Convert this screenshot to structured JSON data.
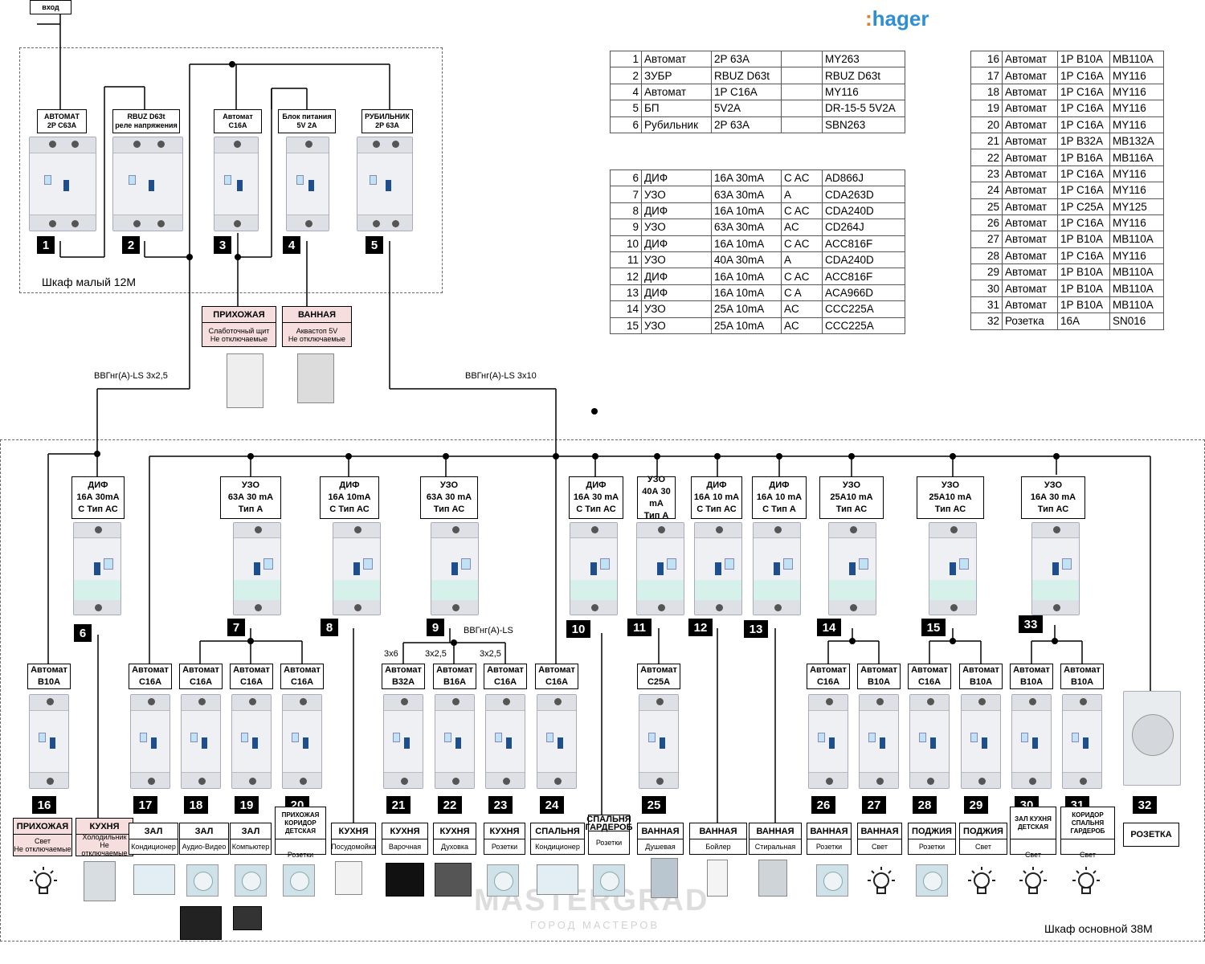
{
  "input_label": "вход",
  "brand": {
    "prefix": ":",
    "name": "hager"
  },
  "cabinets": {
    "small": "Шкаф малый 12М",
    "main": "Шкаф основной 38М"
  },
  "cables": {
    "left": "ВВГнг(А)-LS 3х2,5",
    "right": "ВВГнг(А)-LS 3х10",
    "group9": "ВВГнг(А)-LS",
    "g9_a": "3х6",
    "g9_b": "3х2,5",
    "g9_c": "3х2,5"
  },
  "small_cabinet": [
    {
      "num": "1",
      "label": [
        "АВТОМАТ",
        "2P C63A"
      ]
    },
    {
      "num": "2",
      "label": [
        "RBUZ D63t",
        "реле напряжения"
      ]
    },
    {
      "num": "3",
      "label": [
        "Автомат",
        "C16A"
      ]
    },
    {
      "num": "4",
      "label": [
        "Блок питания",
        "5V 2A"
      ]
    },
    {
      "num": "5",
      "label": [
        "РУБИЛЬНИК",
        "2P 63A"
      ]
    }
  ],
  "small_rooms": [
    {
      "title": "ПРИХОЖАЯ",
      "sub": [
        "Слаботочный щит",
        "Не отключаемые"
      ]
    },
    {
      "title": "ВАННАЯ",
      "sub": [
        "Аквастоп 5V",
        "Не отключаемые"
      ]
    }
  ],
  "rcds": [
    {
      "num": "6",
      "label": [
        "ДИФ",
        "16А 30mA",
        "С Тип АС"
      ]
    },
    {
      "num": "7",
      "label": [
        "УЗО",
        "63А 30 mA",
        "Тип А"
      ]
    },
    {
      "num": "8",
      "label": [
        "ДИФ",
        "16А 10mA",
        "С Тип АС"
      ]
    },
    {
      "num": "9",
      "label": [
        "УЗО",
        "63А 30 mA",
        "Тип АС"
      ]
    },
    {
      "num": "10",
      "label": [
        "ДИФ",
        "16А 30 mA",
        "С Тип АС"
      ]
    },
    {
      "num": "11",
      "label": [
        "УЗО",
        "40А 30 mA",
        "Тип А"
      ]
    },
    {
      "num": "12",
      "label": [
        "ДИФ",
        "16А 10 mA",
        "С Тип АС"
      ]
    },
    {
      "num": "13",
      "label": [
        "ДИФ",
        "16А 10 mA",
        "С Тип А"
      ]
    },
    {
      "num": "14",
      "label": [
        "УЗО",
        "25А10 mA",
        "Тип АС"
      ]
    },
    {
      "num": "15",
      "label": [
        "УЗО",
        "25А10 mA",
        "Тип АС"
      ]
    },
    {
      "num": "33",
      "label": [
        "УЗО",
        "16А 30 mA",
        "Тип АС"
      ]
    }
  ],
  "breakers": [
    {
      "num": "16",
      "label": [
        "Автомат",
        "B10A"
      ]
    },
    {
      "num": "17",
      "label": [
        "Автомат",
        "C16A"
      ]
    },
    {
      "num": "18",
      "label": [
        "Автомат",
        "C16A"
      ]
    },
    {
      "num": "19",
      "label": [
        "Автомат",
        "C16A"
      ]
    },
    {
      "num": "20",
      "label": [
        "Автомат",
        "C16A"
      ]
    },
    {
      "num": "21",
      "label": [
        "Автомат",
        "B32A"
      ]
    },
    {
      "num": "22",
      "label": [
        "Автомат",
        "B16A"
      ]
    },
    {
      "num": "23",
      "label": [
        "Автомат",
        "C16A"
      ]
    },
    {
      "num": "24",
      "label": [
        "Автомат",
        "C16A"
      ]
    },
    {
      "num": "25",
      "label": [
        "Автомат",
        "C25A"
      ]
    },
    {
      "num": "26",
      "label": [
        "Автомат",
        "C16A"
      ]
    },
    {
      "num": "27",
      "label": [
        "Автомат",
        "B10A"
      ]
    },
    {
      "num": "28",
      "label": [
        "Автомат",
        "C16A"
      ]
    },
    {
      "num": "29",
      "label": [
        "Автомат",
        "B10A"
      ]
    },
    {
      "num": "30",
      "label": [
        "Автомат",
        "B10A"
      ]
    },
    {
      "num": "31",
      "label": [
        "Автомат",
        "B10A"
      ]
    },
    {
      "num": "32",
      "label": []
    }
  ],
  "rooms": [
    {
      "title": "ПРИХОЖАЯ",
      "sub": [
        "Свет",
        "Не отключаемые"
      ]
    },
    {
      "title": "КУХНЯ",
      "sub": [
        "Холодильник",
        "Не отключаемые"
      ]
    },
    {
      "title": "ЗАЛ",
      "sub": [
        "Кондиционер"
      ]
    },
    {
      "title": "ЗАЛ",
      "sub": [
        "Аудио-Видео"
      ]
    },
    {
      "title": "ЗАЛ",
      "sub": [
        "Компьютер"
      ]
    },
    {
      "title": "ПРИХОЖАЯ КОРИДОР ДЕТСКАЯ",
      "sub": [
        "Розетки"
      ]
    },
    {
      "title": "КУХНЯ",
      "sub": [
        "Посудомойка"
      ]
    },
    {
      "title": "КУХНЯ",
      "sub": [
        "Варочная"
      ]
    },
    {
      "title": "КУХНЯ",
      "sub": [
        "Духовка"
      ]
    },
    {
      "title": "КУХНЯ",
      "sub": [
        "Розетки"
      ]
    },
    {
      "title": "СПАЛЬНЯ",
      "sub": [
        "Кондиционер"
      ]
    },
    {
      "title": "СПАЛЬНЯ ГАРДЕРОБ",
      "sub": [
        "Розетки"
      ]
    },
    {
      "title": "ВАННАЯ",
      "sub": [
        "Душевая"
      ]
    },
    {
      "title": "ВАННАЯ",
      "sub": [
        "Бойлер"
      ]
    },
    {
      "title": "ВАННАЯ",
      "sub": [
        "Стиральная"
      ]
    },
    {
      "title": "ВАННАЯ",
      "sub": [
        "Розетки"
      ]
    },
    {
      "title": "ВАННАЯ",
      "sub": [
        "Свет"
      ]
    },
    {
      "title": "ПОДЖИЯ",
      "sub": [
        "Розетки"
      ]
    },
    {
      "title": "ПОДЖИЯ",
      "sub": [
        "Свет"
      ]
    },
    {
      "title": "ЗАЛ КУХНЯ ДЕТСКАЯ",
      "sub": [
        "Свет"
      ]
    },
    {
      "title": "КОРИДОР СПАЛЬНЯ ГАРДЕРОБ",
      "sub": [
        "Свет"
      ]
    },
    {
      "title": "РОЗЕТКА",
      "sub": []
    }
  ],
  "table1": [
    [
      "1",
      "Автомат",
      "2P 63A",
      "",
      "MY263"
    ],
    [
      "2",
      "ЗУБР",
      "RBUZ D63t",
      "",
      "RBUZ D63t"
    ],
    [
      "4",
      "Автомат",
      "1P C16A",
      "",
      "MY116"
    ],
    [
      "5",
      "БП",
      "5V2A",
      "",
      "DR-15-5 5V2A"
    ],
    [
      "6",
      "Рубильник",
      "2P 63A",
      "",
      "SBN263"
    ]
  ],
  "table2": [
    [
      "6",
      "ДИФ",
      "16A 30mA",
      "C AC",
      "AD866J"
    ],
    [
      "7",
      "УЗО",
      "63A 30mA",
      "A",
      "CDA263D"
    ],
    [
      "8",
      "ДИФ",
      "16A 10mA",
      "C AC",
      "CDA240D"
    ],
    [
      "9",
      "УЗО",
      "63A 30mA",
      "AC",
      "CD264J"
    ],
    [
      "10",
      "ДИФ",
      "16A 10mA",
      "C AC",
      "ACC816F"
    ],
    [
      "11",
      "УЗО",
      "40A 30mA",
      "A",
      "CDA240D"
    ],
    [
      "12",
      "ДИФ",
      "16A 10mA",
      "C AC",
      "ACC816F"
    ],
    [
      "13",
      "ДИФ",
      "16A 10mA",
      "C A",
      "ACA966D"
    ],
    [
      "14",
      "УЗО",
      "25A 10mA",
      "AC",
      "CCC225A"
    ],
    [
      "15",
      "УЗО",
      "25A 10mA",
      "AC",
      "CCC225A"
    ]
  ],
  "table3": [
    [
      "16",
      "Автомат",
      "1P B10A",
      "MB110A"
    ],
    [
      "17",
      "Автомат",
      "1P C16A",
      "MY116"
    ],
    [
      "18",
      "Автомат",
      "1P C16A",
      "MY116"
    ],
    [
      "19",
      "Автомат",
      "1P C16A",
      "MY116"
    ],
    [
      "20",
      "Автомат",
      "1P C16A",
      "MY116"
    ],
    [
      "21",
      "Автомат",
      "1P B32A",
      "MB132A"
    ],
    [
      "22",
      "Автомат",
      "1P B16A",
      "MB116A"
    ],
    [
      "23",
      "Автомат",
      "1P C16A",
      "MY116"
    ],
    [
      "24",
      "Автомат",
      "1P C16A",
      "MY116"
    ],
    [
      "25",
      "Автомат",
      "1P C25A",
      "MY125"
    ],
    [
      "26",
      "Автомат",
      "1P C16A",
      "MY116"
    ],
    [
      "27",
      "Автомат",
      "1P B10A",
      "MB110A"
    ],
    [
      "28",
      "Автомат",
      "1P C16A",
      "MY116"
    ],
    [
      "29",
      "Автомат",
      "1P B10A",
      "MB110A"
    ],
    [
      "30",
      "Автомат",
      "1P B10A",
      "MB110A"
    ],
    [
      "31",
      "Автомат",
      "1P B10A",
      "MB110A"
    ],
    [
      "32",
      "Розетка",
      "16A",
      "SN016"
    ]
  ],
  "watermark": {
    "main": "MASTERGRAD",
    "sub": "ГОРОД МАСТЕРОВ"
  }
}
